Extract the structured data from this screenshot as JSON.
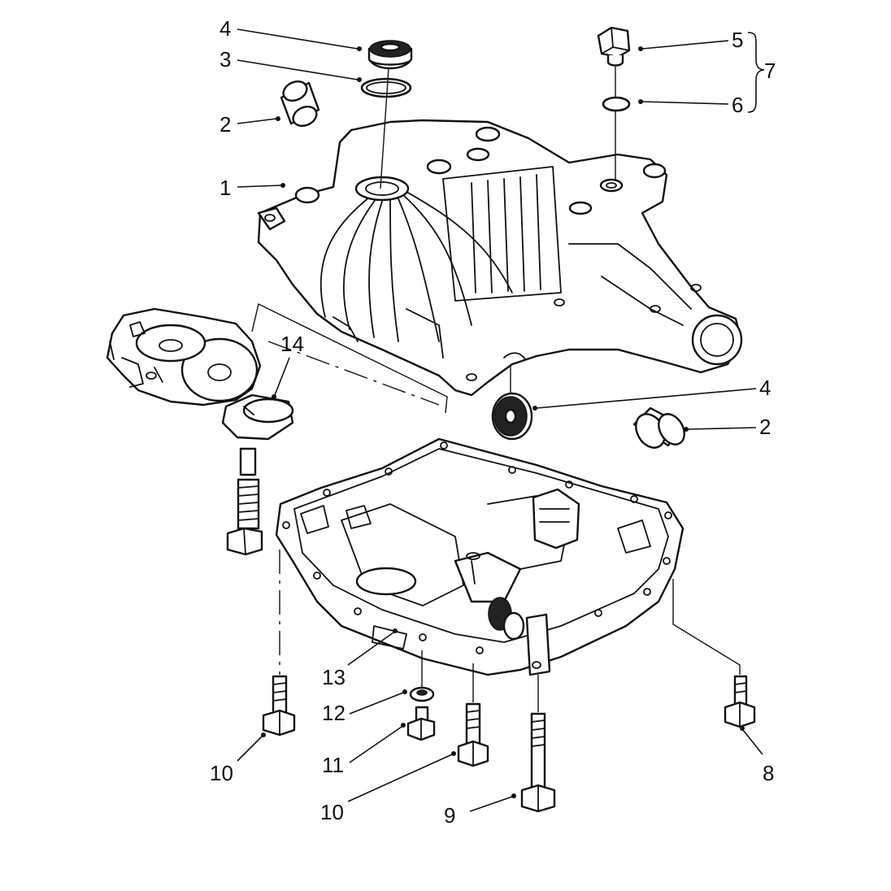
{
  "callouts": [
    {
      "id": "4a",
      "text": "4"
    },
    {
      "id": "3",
      "text": "3"
    },
    {
      "id": "2a",
      "text": "2"
    },
    {
      "id": "1",
      "text": "1"
    },
    {
      "id": "5",
      "text": "5"
    },
    {
      "id": "6",
      "text": "6"
    },
    {
      "id": "7",
      "text": "7"
    },
    {
      "id": "14",
      "text": "14"
    },
    {
      "id": "4b",
      "text": "4"
    },
    {
      "id": "2b",
      "text": "2"
    },
    {
      "id": "13",
      "text": "13"
    },
    {
      "id": "12",
      "text": "12"
    },
    {
      "id": "11",
      "text": "11"
    },
    {
      "id": "10a",
      "text": "10"
    },
    {
      "id": "10b",
      "text": "10"
    },
    {
      "id": "9",
      "text": "9"
    },
    {
      "id": "8",
      "text": "8"
    }
  ]
}
